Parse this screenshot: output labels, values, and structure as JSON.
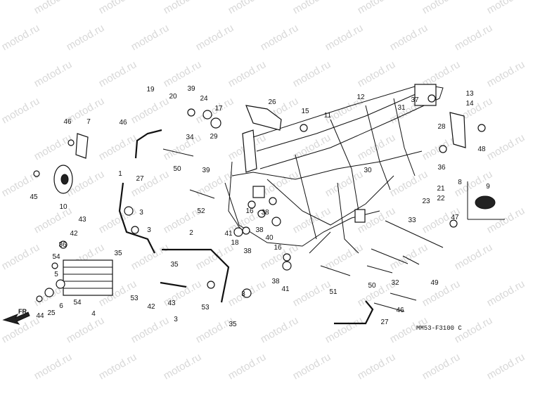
{
  "diagram": {
    "code": "MM53-F3100 C",
    "front_label": "FR.",
    "watermark": "motod.ru",
    "callouts": [
      "1",
      "2",
      "3",
      "4",
      "5",
      "6",
      "7",
      "8",
      "9",
      "10",
      "11",
      "12",
      "13",
      "14",
      "15",
      "16",
      "17",
      "18",
      "19",
      "20",
      "21",
      "22",
      "23",
      "24",
      "25",
      "26",
      "27",
      "28",
      "29",
      "30",
      "31",
      "32",
      "33",
      "34",
      "35",
      "36",
      "37",
      "38",
      "39",
      "40",
      "41",
      "42",
      "43",
      "44",
      "45",
      "46",
      "47",
      "48",
      "49",
      "50",
      "51",
      "52",
      "53",
      "54"
    ]
  }
}
